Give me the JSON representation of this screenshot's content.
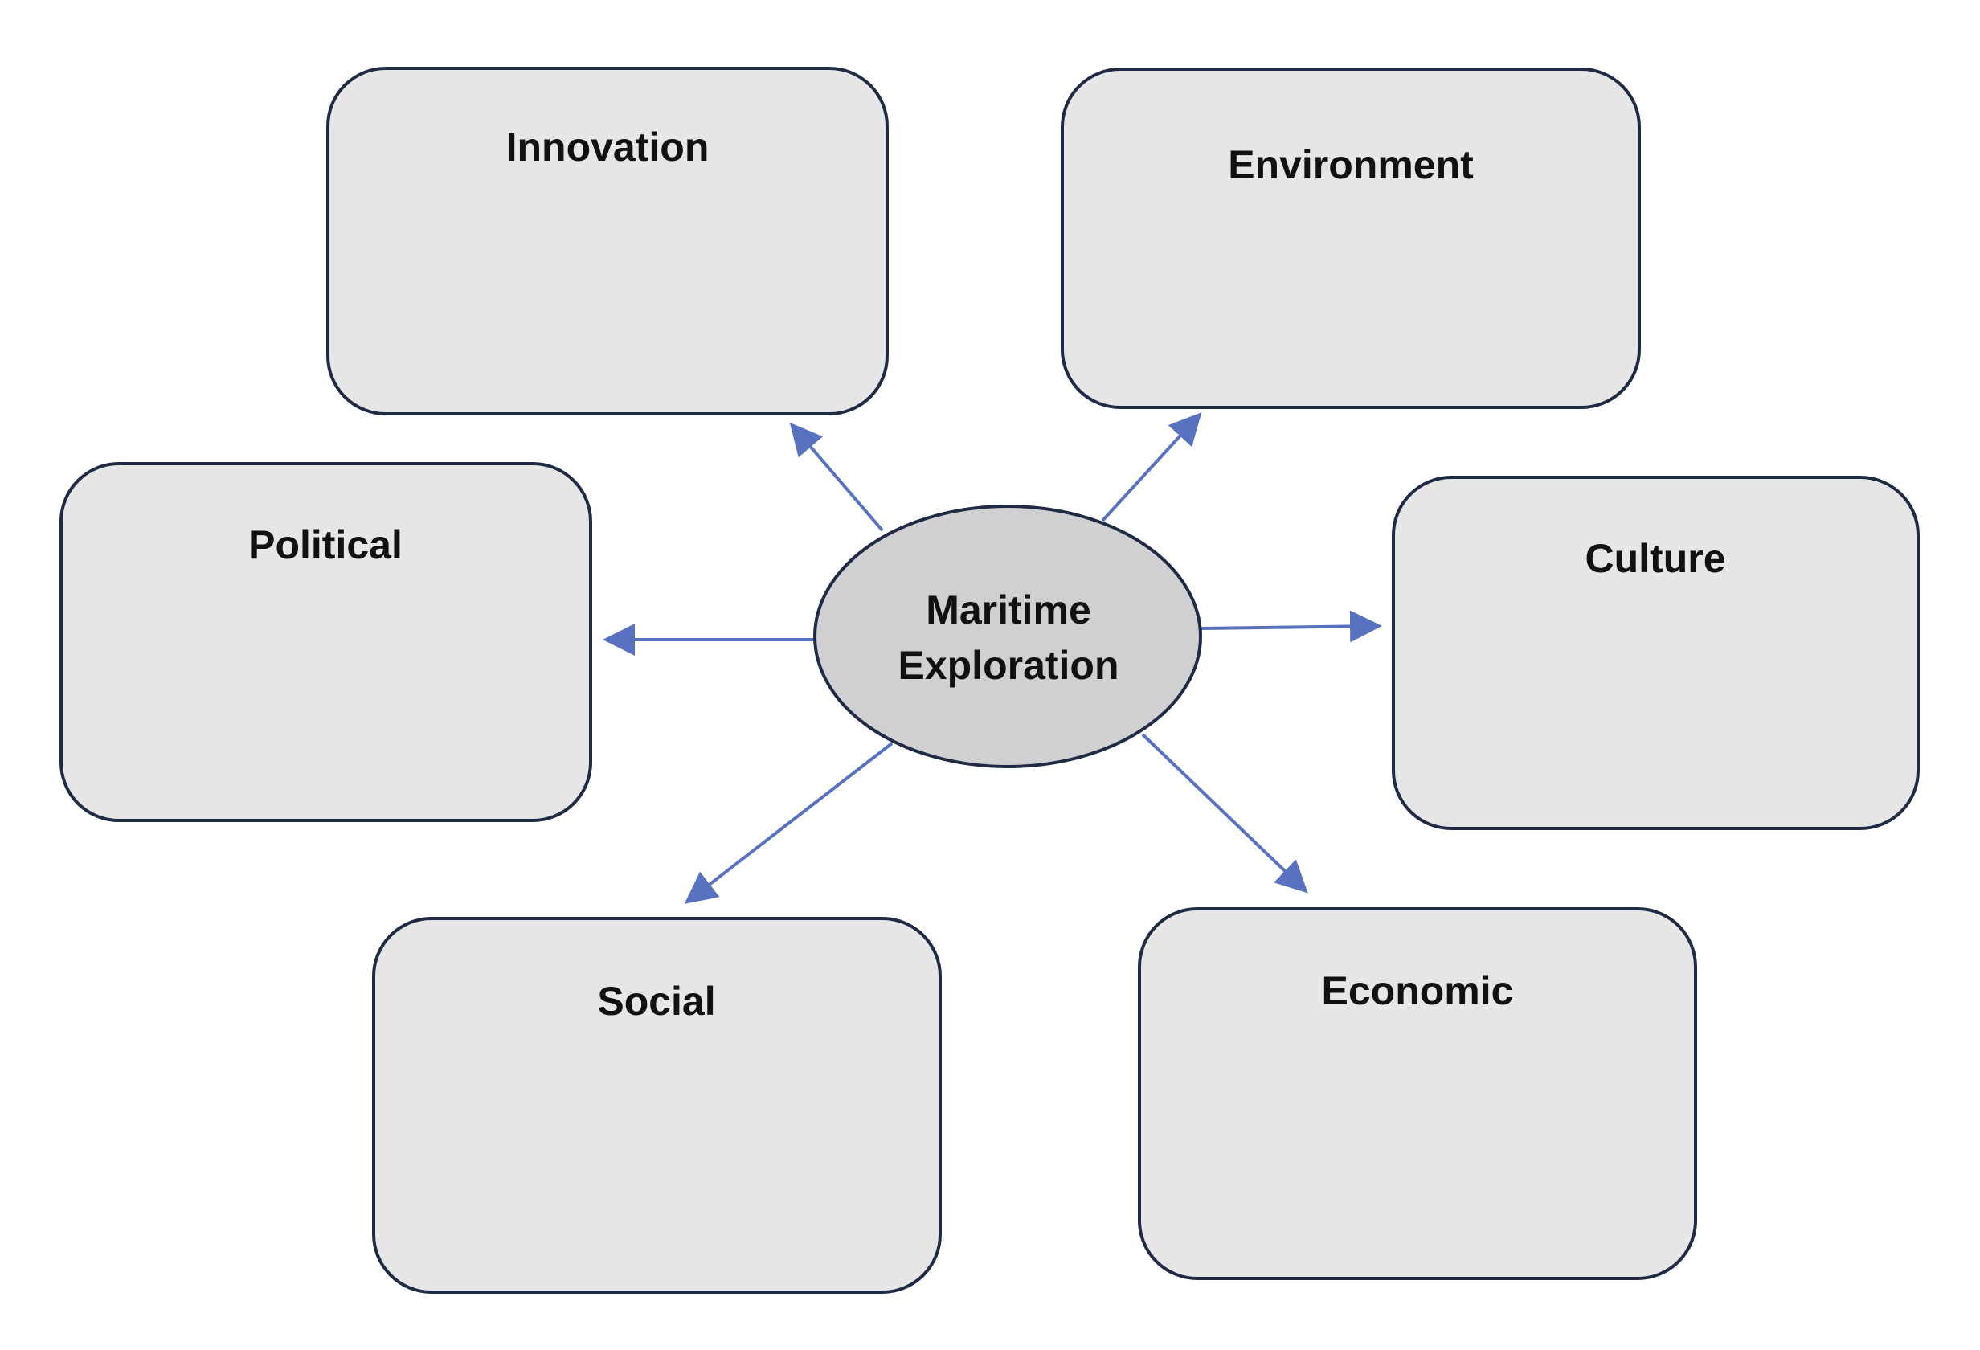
{
  "diagram": {
    "hub": {
      "label_line1": "Maritime",
      "label_line2": "Exploration"
    },
    "boxes": {
      "innovation": {
        "title": "Innovation"
      },
      "environment": {
        "title": "Environment"
      },
      "political": {
        "title": "Political"
      },
      "culture": {
        "title": "Culture"
      },
      "social": {
        "title": "Social"
      },
      "economic": {
        "title": "Economic"
      }
    },
    "colors": {
      "box_fill": "#e6e6e6",
      "hub_fill": "#d0cfd1",
      "outline": "#1f2a44",
      "arrow": "#5872c0"
    }
  }
}
